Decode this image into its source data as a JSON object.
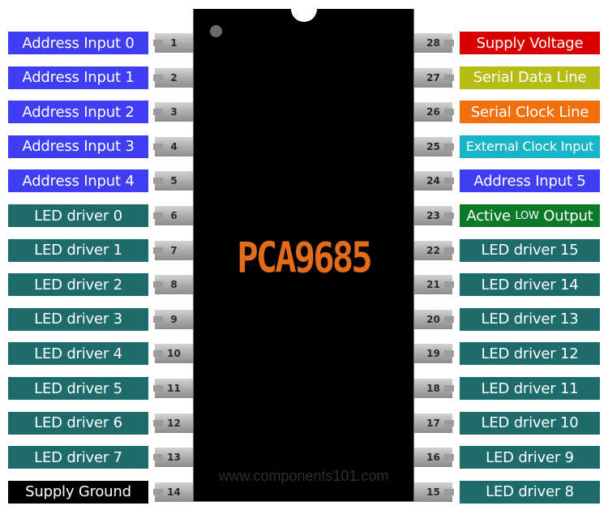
{
  "chip": {
    "name": "PCA9685",
    "watermark": "www.components101.com"
  },
  "colors": {
    "address": "#3f3ef2",
    "led": "#1d6b6b",
    "supply_voltage": "#d90000",
    "serial_data": "#b5bc14",
    "serial_clock": "#f0700e",
    "external_clock": "#18b5c8",
    "active_low": "#0d7a2a",
    "ground": "#000000"
  },
  "left_pins": [
    {
      "number": "1",
      "label": "Address Input 0",
      "color": "address"
    },
    {
      "number": "2",
      "label": "Address Input 1",
      "color": "address"
    },
    {
      "number": "3",
      "label": "Address Input 2",
      "color": "address"
    },
    {
      "number": "4",
      "label": "Address Input 3",
      "color": "address"
    },
    {
      "number": "5",
      "label": "Address Input 4",
      "color": "address"
    },
    {
      "number": "6",
      "label": "LED driver 0",
      "color": "led"
    },
    {
      "number": "7",
      "label": "LED driver 1",
      "color": "led"
    },
    {
      "number": "8",
      "label": "LED driver 2",
      "color": "led"
    },
    {
      "number": "9",
      "label": "LED driver 3",
      "color": "led"
    },
    {
      "number": "10",
      "label": "LED driver 4",
      "color": "led"
    },
    {
      "number": "11",
      "label": "LED driver 5",
      "color": "led"
    },
    {
      "number": "12",
      "label": "LED driver 6",
      "color": "led"
    },
    {
      "number": "13",
      "label": "LED driver 7",
      "color": "led"
    },
    {
      "number": "14",
      "label": "Supply Ground",
      "color": "ground"
    }
  ],
  "right_pins": [
    {
      "number": "28",
      "label": "Supply Voltage",
      "color": "supply_voltage"
    },
    {
      "number": "27",
      "label": "Serial Data Line",
      "color": "serial_data"
    },
    {
      "number": "26",
      "label": "Serial Clock Line",
      "color": "serial_clock"
    },
    {
      "number": "25",
      "label": "External Clock Input",
      "color": "external_clock"
    },
    {
      "number": "24",
      "label": "Address Input 5",
      "color": "address"
    },
    {
      "number": "23",
      "label": "Active LOW Output",
      "label_pre": "Active ",
      "label_small": "LOW",
      "label_post": " Output",
      "color": "active_low"
    },
    {
      "number": "22",
      "label": "LED driver 15",
      "color": "led"
    },
    {
      "number": "21",
      "label": "LED driver 14",
      "color": "led"
    },
    {
      "number": "20",
      "label": "LED driver 13",
      "color": "led"
    },
    {
      "number": "19",
      "label": "LED driver 12",
      "color": "led"
    },
    {
      "number": "18",
      "label": "LED driver 11",
      "color": "led"
    },
    {
      "number": "17",
      "label": "LED driver 10",
      "color": "led"
    },
    {
      "number": "16",
      "label": "LED driver 9",
      "color": "led"
    },
    {
      "number": "15",
      "label": "LED driver 8",
      "color": "led"
    }
  ]
}
